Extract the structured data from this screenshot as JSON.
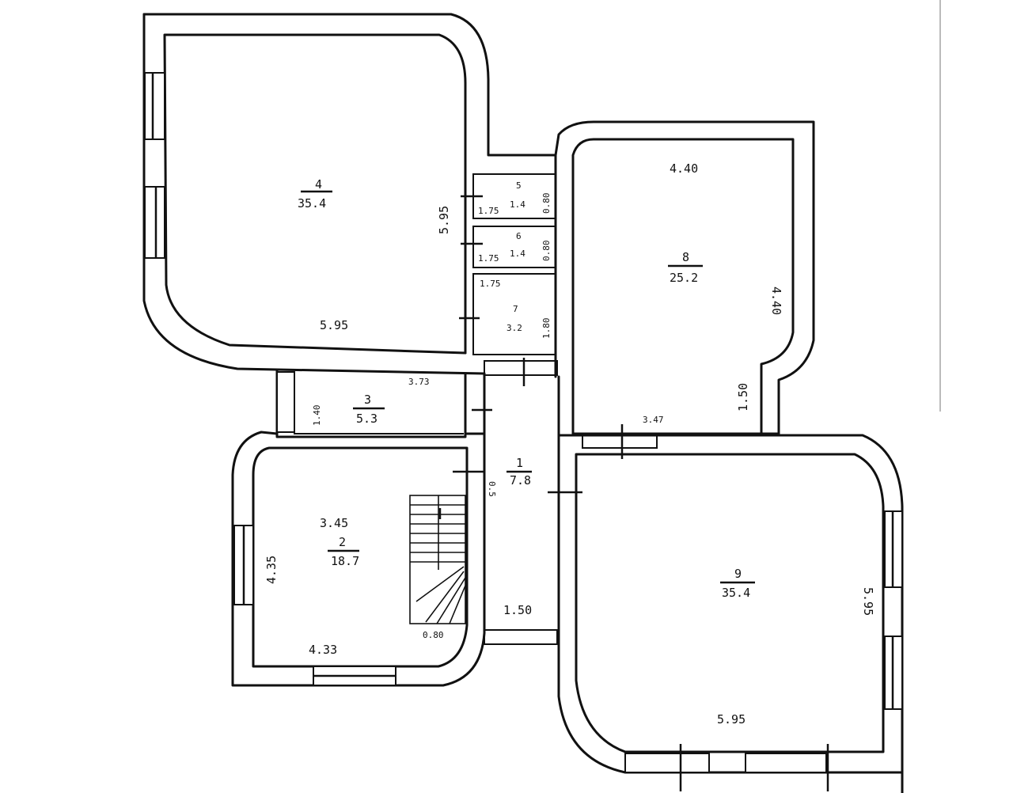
{
  "rooms": [
    {
      "id": "4",
      "number": "4",
      "area": "35.4"
    },
    {
      "id": "5",
      "number": "5",
      "area": "1.4"
    },
    {
      "id": "6",
      "number": "6",
      "area": "1.4"
    },
    {
      "id": "7",
      "number": "7",
      "area": "3.2"
    },
    {
      "id": "8",
      "number": "8",
      "area": "25.2"
    },
    {
      "id": "3",
      "number": "3",
      "area": "5.3"
    },
    {
      "id": "1",
      "number": "1",
      "area": "7.8"
    },
    {
      "id": "2",
      "number": "2",
      "area": "18.7"
    },
    {
      "id": "9",
      "number": "9",
      "area": "35.4"
    }
  ],
  "dimensions": {
    "r4_height": "5.95",
    "r4_width": "5.95",
    "r5_width": "1.75",
    "r5_height": "0.80",
    "r6_width": "1.75",
    "r6_height": "0.80",
    "r7_width": "1.75",
    "r7_height": "1.80",
    "r8_top": "4.40",
    "r8_side": "4.40",
    "r8_step": "1.50",
    "r8_bottom": "3.47",
    "r3_width": "3.73",
    "r3_height": "1.40",
    "r1_height": "0.5",
    "r2_top": "3.45",
    "r2_side": "4.35",
    "r2_bottom": "4.33",
    "stair_width": "0.80",
    "corridor_width": "1.50",
    "r9_side": "5.95",
    "r9_bottom": "5.95"
  }
}
